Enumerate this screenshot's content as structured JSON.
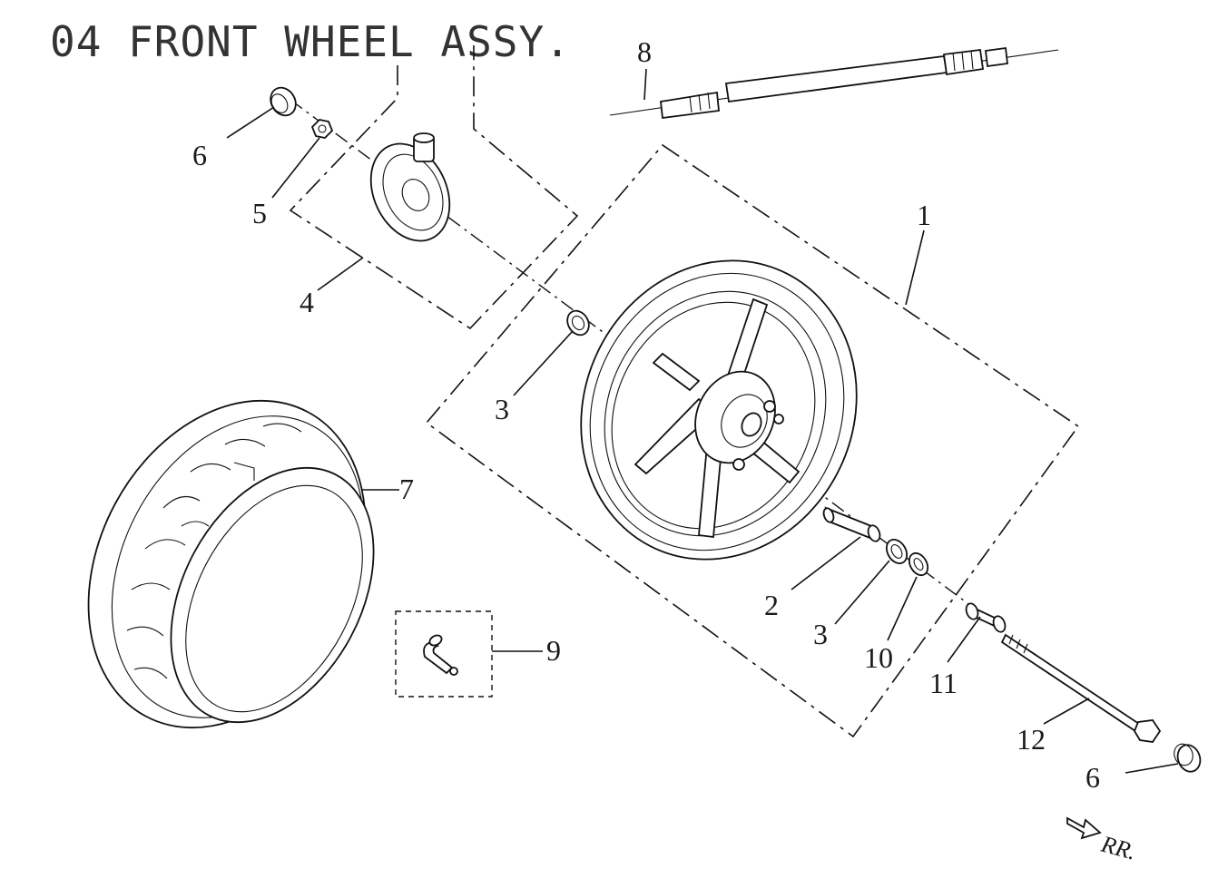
{
  "title": "04  FRONT WHEEL ASSY.",
  "callouts": [
    {
      "key": "wheel-rim",
      "label": "1"
    },
    {
      "key": "spacer-collar",
      "label": "2"
    },
    {
      "key": "bearing-upper",
      "label": "3"
    },
    {
      "key": "bearing-lower",
      "label": "3"
    },
    {
      "key": "speedometer-gear-box",
      "label": "4"
    },
    {
      "key": "nut",
      "label": "5"
    },
    {
      "key": "cap-upper",
      "label": "6"
    },
    {
      "key": "cap-lower",
      "label": "6"
    },
    {
      "key": "tire",
      "label": "7"
    },
    {
      "key": "speedometer-cable",
      "label": "8"
    },
    {
      "key": "valve",
      "label": "9"
    },
    {
      "key": "oil-seal",
      "label": "10"
    },
    {
      "key": "side-collar",
      "label": "11"
    },
    {
      "key": "front-axle",
      "label": "12"
    }
  ],
  "direction_label": "RR.",
  "icons": {
    "direction": "arrow-icon"
  }
}
